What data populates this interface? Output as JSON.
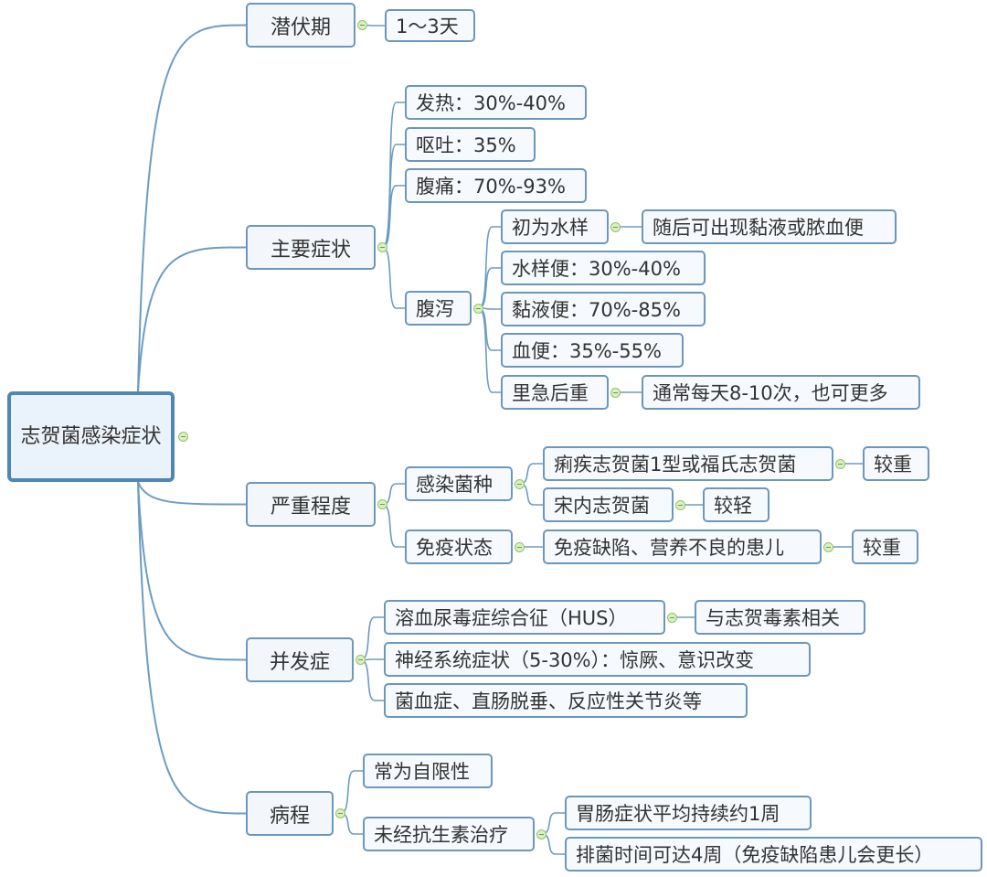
{
  "root": "志贺菌感染症状",
  "incubation": {
    "label": "潜伏期",
    "value": "1～3天"
  },
  "main_symptoms": {
    "label": "主要症状",
    "fever": "发热：30%-40%",
    "vomit": "呕吐：35%",
    "pain": "腹痛：70%-93%",
    "diarrhea": {
      "label": "腹泻",
      "watery_first": "初为水样",
      "watery_then": "随后可出现黏液或脓血便",
      "watery": "水样便：30%-40%",
      "mucus": "黏液便：70%-85%",
      "bloody": "血便：35%-55%",
      "tenesmus": "里急后重",
      "tenesmus_detail": "通常每天8-10次，也可更多"
    }
  },
  "severity": {
    "label": "严重程度",
    "species": "感染菌种",
    "species_a": "痢疾志贺菌1型或福氏志贺菌",
    "species_a_level": "较重",
    "species_b": "宋内志贺菌",
    "species_b_level": "较轻",
    "immune": "免疫状态",
    "immune_a": "免疫缺陷、营养不良的患儿",
    "immune_a_level": "较重"
  },
  "complications": {
    "label": "并发症",
    "hus": "溶血尿毒症综合征（HUS）",
    "hus_detail": "与志贺毒素相关",
    "neuro": "神经系统症状（5-30%）：惊厥、意识改变",
    "other": "菌血症、直肠脱垂、反应性关节炎等"
  },
  "course": {
    "label": "病程",
    "self_limited": "常为自限性",
    "untreated": "未经抗生素治疗",
    "gi": "胃肠症状平均持续约1周",
    "shedding": "排菌时间可达4周（免疫缺陷患儿会更长）"
  },
  "colors": {
    "line": "#6b9cc2",
    "border": "#6b97bd",
    "root_border": "#4f86b4"
  }
}
